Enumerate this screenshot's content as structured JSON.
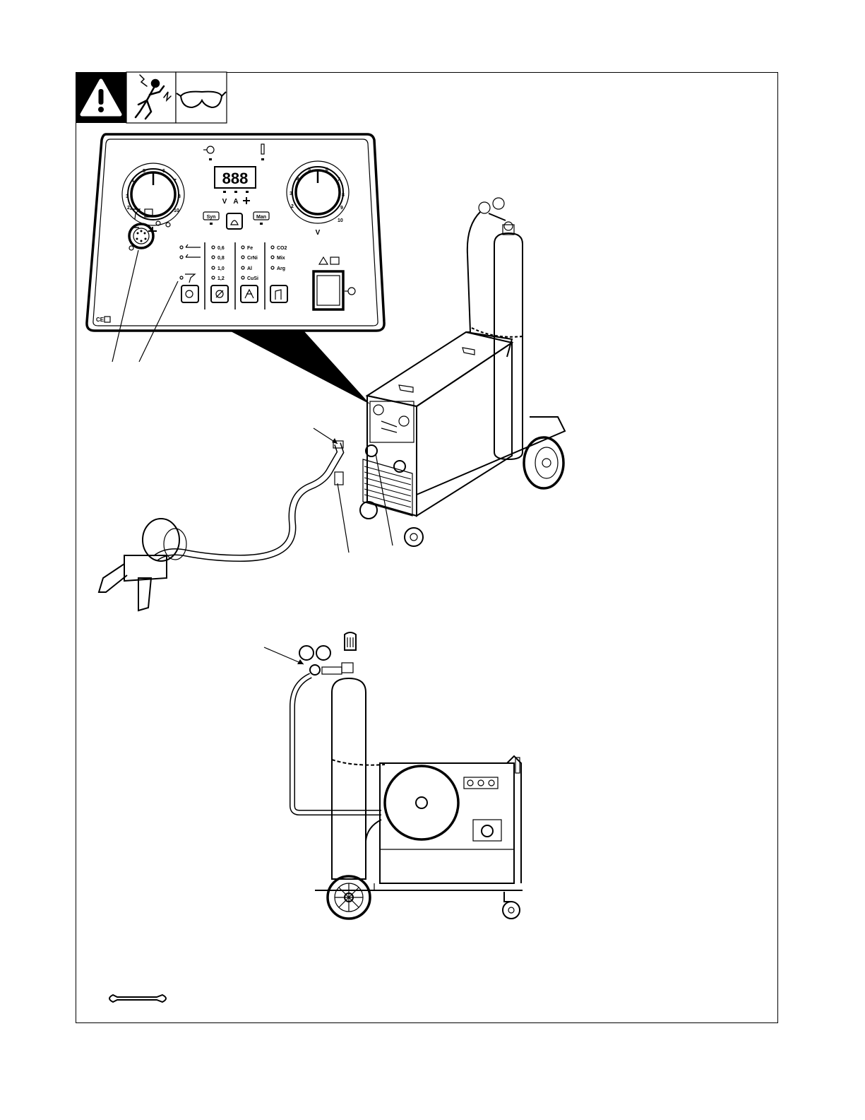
{
  "panel": {
    "display_digits": "888",
    "meter_labels": [
      "V",
      "A"
    ],
    "left_knob_scale": [
      "1",
      "2",
      "3",
      "4",
      "5",
      "6",
      "7",
      "8",
      "9",
      "10"
    ],
    "right_knob_scale": [
      "1",
      "2",
      "3",
      "4",
      "5",
      "6",
      "7",
      "8",
      "9",
      "10"
    ],
    "right_knob_unit": "V",
    "syn_button": "Syn",
    "man_button": "Man",
    "wire_sizes": [
      "0,6",
      "0,8",
      "1,0",
      "1,2"
    ],
    "materials": [
      "Fe",
      "CrNi",
      "Al",
      "CuSi"
    ],
    "gases": [
      "CO2",
      "Mix",
      "Arg"
    ],
    "ce_mark": "CE"
  },
  "colors": {
    "line": "#000000",
    "background": "#ffffff",
    "warning_box": "#000000"
  },
  "icons": [
    "warning-triangle-icon",
    "electric-shock-icon",
    "safety-glasses-icon",
    "wrench-icon"
  ]
}
